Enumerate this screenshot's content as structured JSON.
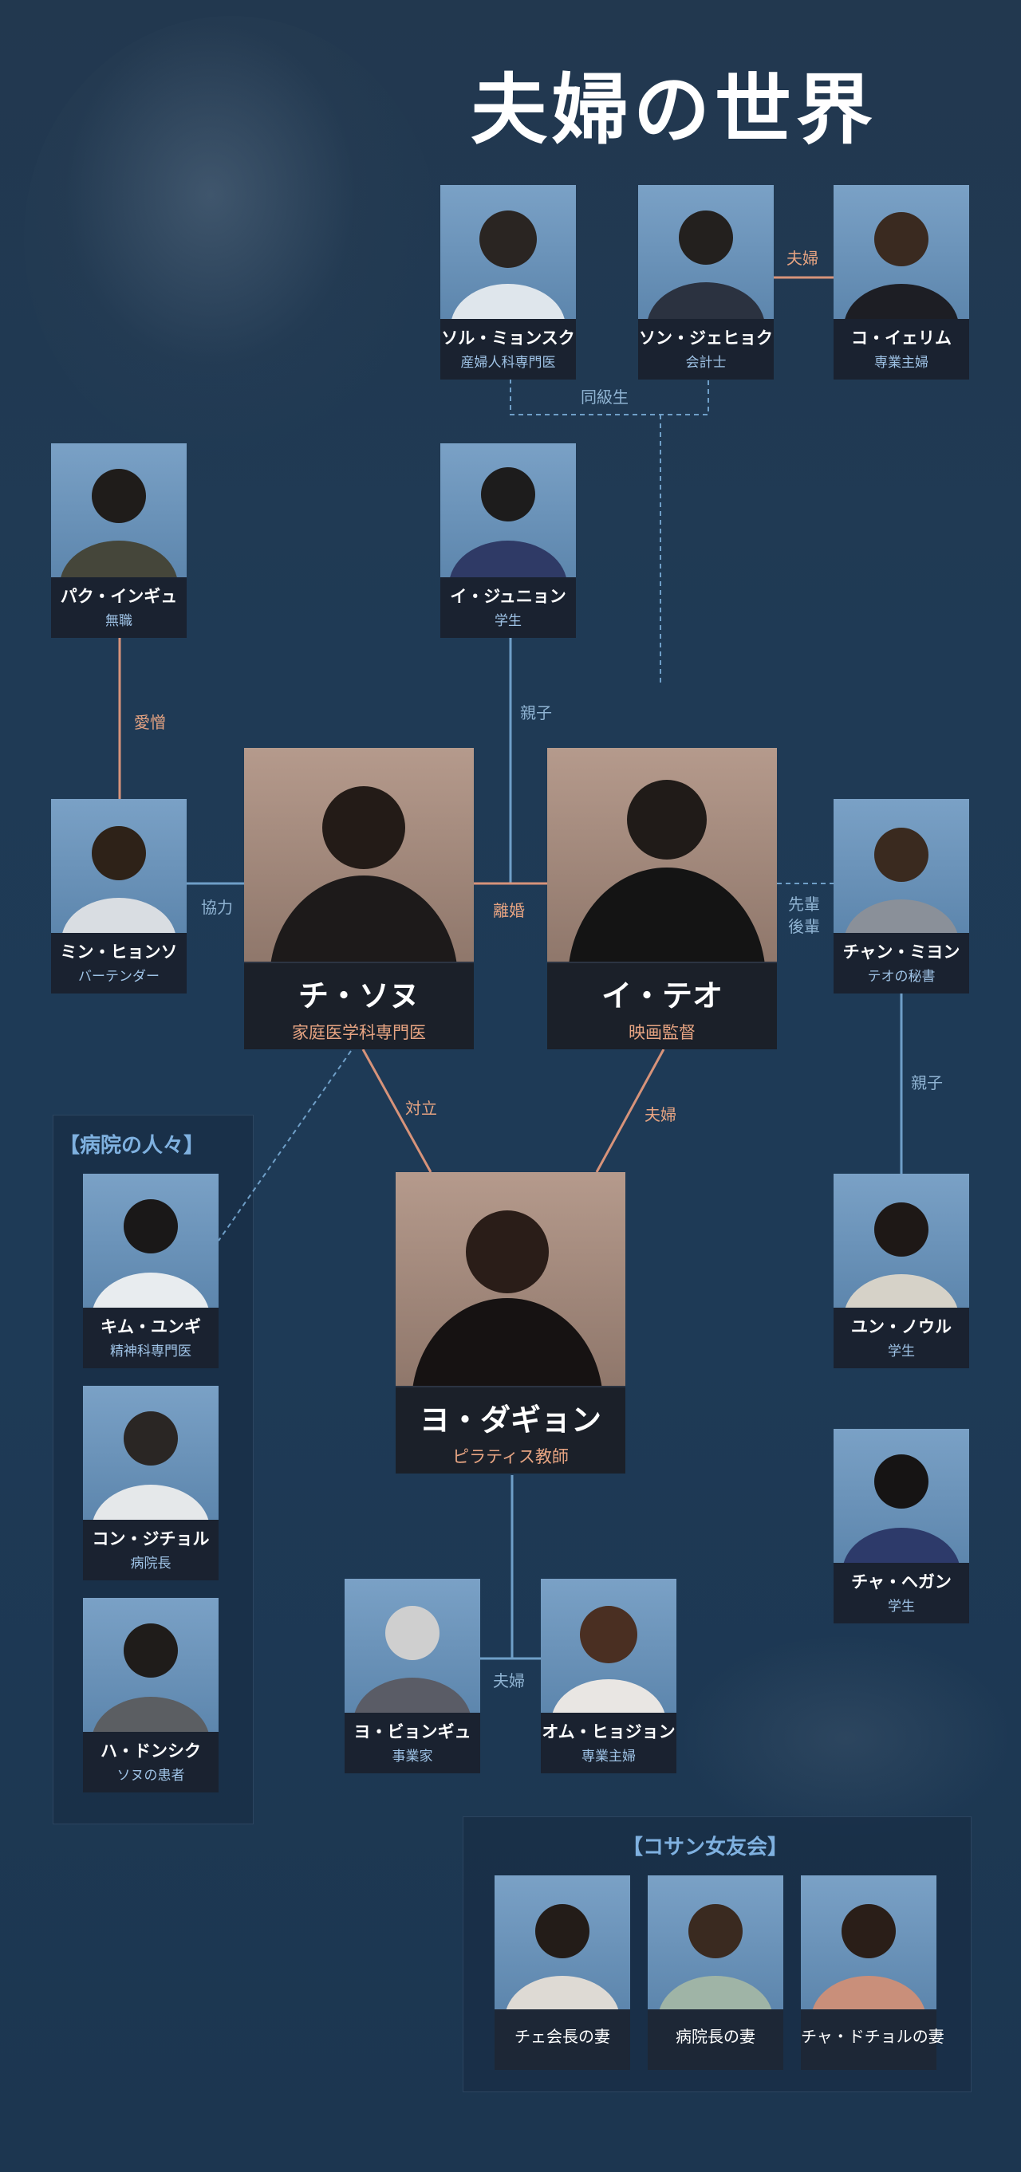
{
  "title": "夫婦の世界",
  "colors": {
    "background": "#1f3a55",
    "edge_main": "#d7937a",
    "edge_group": "#6f9fc8",
    "label_main": "#e7a482",
    "label_group": "#8fb3d2",
    "role_text": "#9fc3e6",
    "group_title": "#7fb1e0"
  },
  "characters": {
    "sol": {
      "name": "ソル・ミョンスク",
      "role": "産婦人科専門医"
    },
    "son": {
      "name": "ソン・ジェヒョク",
      "role": "会計士"
    },
    "ko": {
      "name": "コ・イェリム",
      "role": "専業主婦"
    },
    "park": {
      "name": "パク・インギュ",
      "role": "無職"
    },
    "junyoung": {
      "name": "イ・ジュニョン",
      "role": "学生"
    },
    "min": {
      "name": "ミン・ヒョンソ",
      "role": "バーテンダー"
    },
    "sunwoo": {
      "name": "チ・ソヌ",
      "role": "家庭医学科専門医"
    },
    "taeo": {
      "name": "イ・テオ",
      "role": "映画監督"
    },
    "chan": {
      "name": "チャン・ミヨン",
      "role": "テオの秘書"
    },
    "dakyung": {
      "name": "ヨ・ダギョン",
      "role": "ピラティス教師"
    },
    "yun": {
      "name": "ユン・ノウル",
      "role": "学生"
    },
    "cha": {
      "name": "チャ・ヘガン",
      "role": "学生"
    },
    "kim": {
      "name": "キム・ユンギ",
      "role": "精神科専門医"
    },
    "kong": {
      "name": "コン・ジチョル",
      "role": "病院長"
    },
    "ha": {
      "name": "ハ・ドンシク",
      "role": "ソヌの患者"
    },
    "yeo": {
      "name": "ヨ・ビョンギュ",
      "role": "事業家"
    },
    "um": {
      "name": "オム・ヒョジョン",
      "role": "専業主婦"
    },
    "wife1": {
      "name": "チェ会長の妻"
    },
    "wife2": {
      "name": "病院長の妻"
    },
    "wife3": {
      "name": "チャ・ドチョルの妻"
    }
  },
  "relations": {
    "son_ko": "夫婦",
    "classmates": "同級生",
    "love_hate": "愛憎",
    "parent_child_1": "親子",
    "cooperation": "協力",
    "divorce": "離婚",
    "senior": "先輩",
    "junior": "後輩",
    "parent_child_2": "親子",
    "confront": "対立",
    "taeo_dakyung": "夫婦",
    "yeo_um": "夫婦"
  },
  "groups": {
    "hospital": "【病院の人々】",
    "gosan": "【コサン女友会】"
  }
}
